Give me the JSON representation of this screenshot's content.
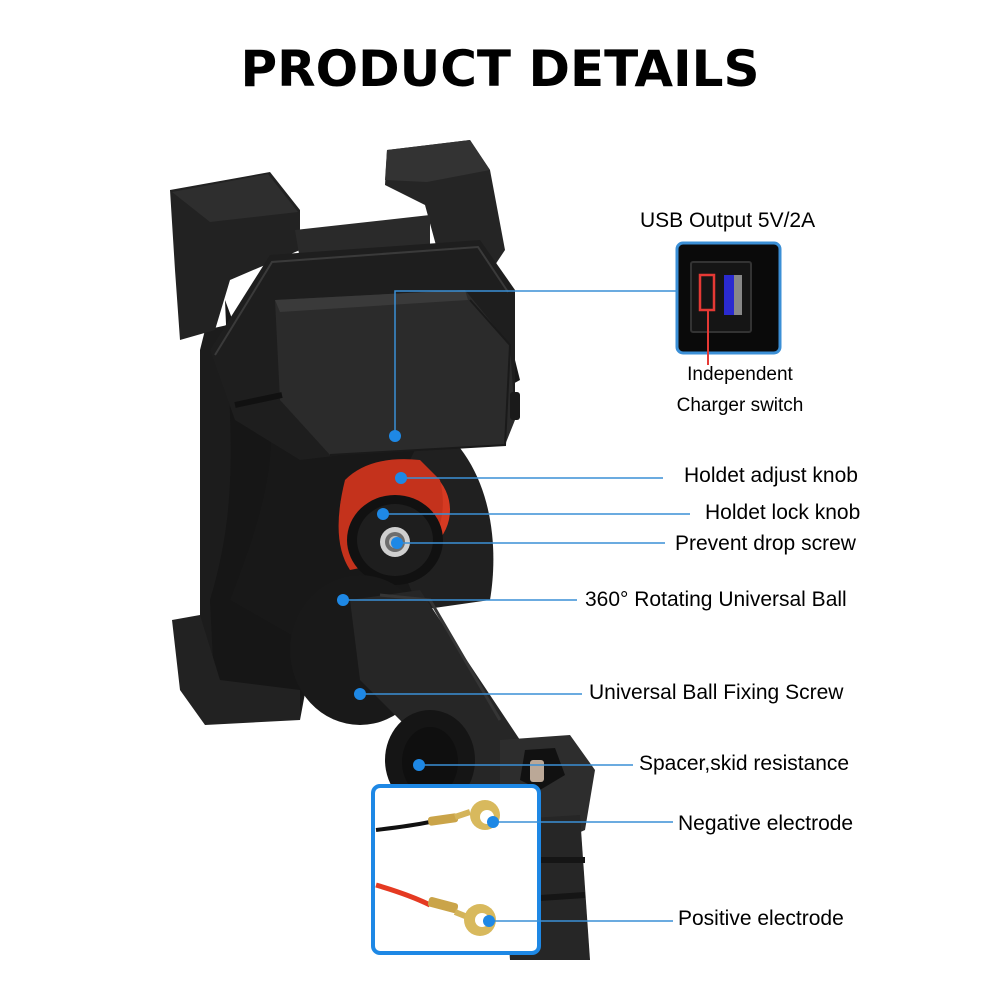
{
  "title": "PRODUCT DETAILS",
  "accent_color": "#1e88e5",
  "usb_inset": {
    "title": "USB Output 5V/2A",
    "switch_label_line1": "Independent",
    "switch_label_line2": "Charger switch",
    "highlight_color": "#e53935"
  },
  "callouts": [
    {
      "id": "holdet-adjust-knob",
      "label": "Holdet adjust knob"
    },
    {
      "id": "holdet-lock-knob",
      "label": "Holdet lock knob"
    },
    {
      "id": "prevent-drop-screw",
      "label": "Prevent drop screw"
    },
    {
      "id": "rotating-ball",
      "label": "360° Rotating Universal Ball"
    },
    {
      "id": "ball-fixing-screw",
      "label": "Universal Ball Fixing Screw"
    },
    {
      "id": "spacer",
      "label": "Spacer,skid resistance"
    },
    {
      "id": "negative-electrode",
      "label": "Negative electrode"
    },
    {
      "id": "positive-electrode",
      "label": "Positive electrode"
    }
  ]
}
